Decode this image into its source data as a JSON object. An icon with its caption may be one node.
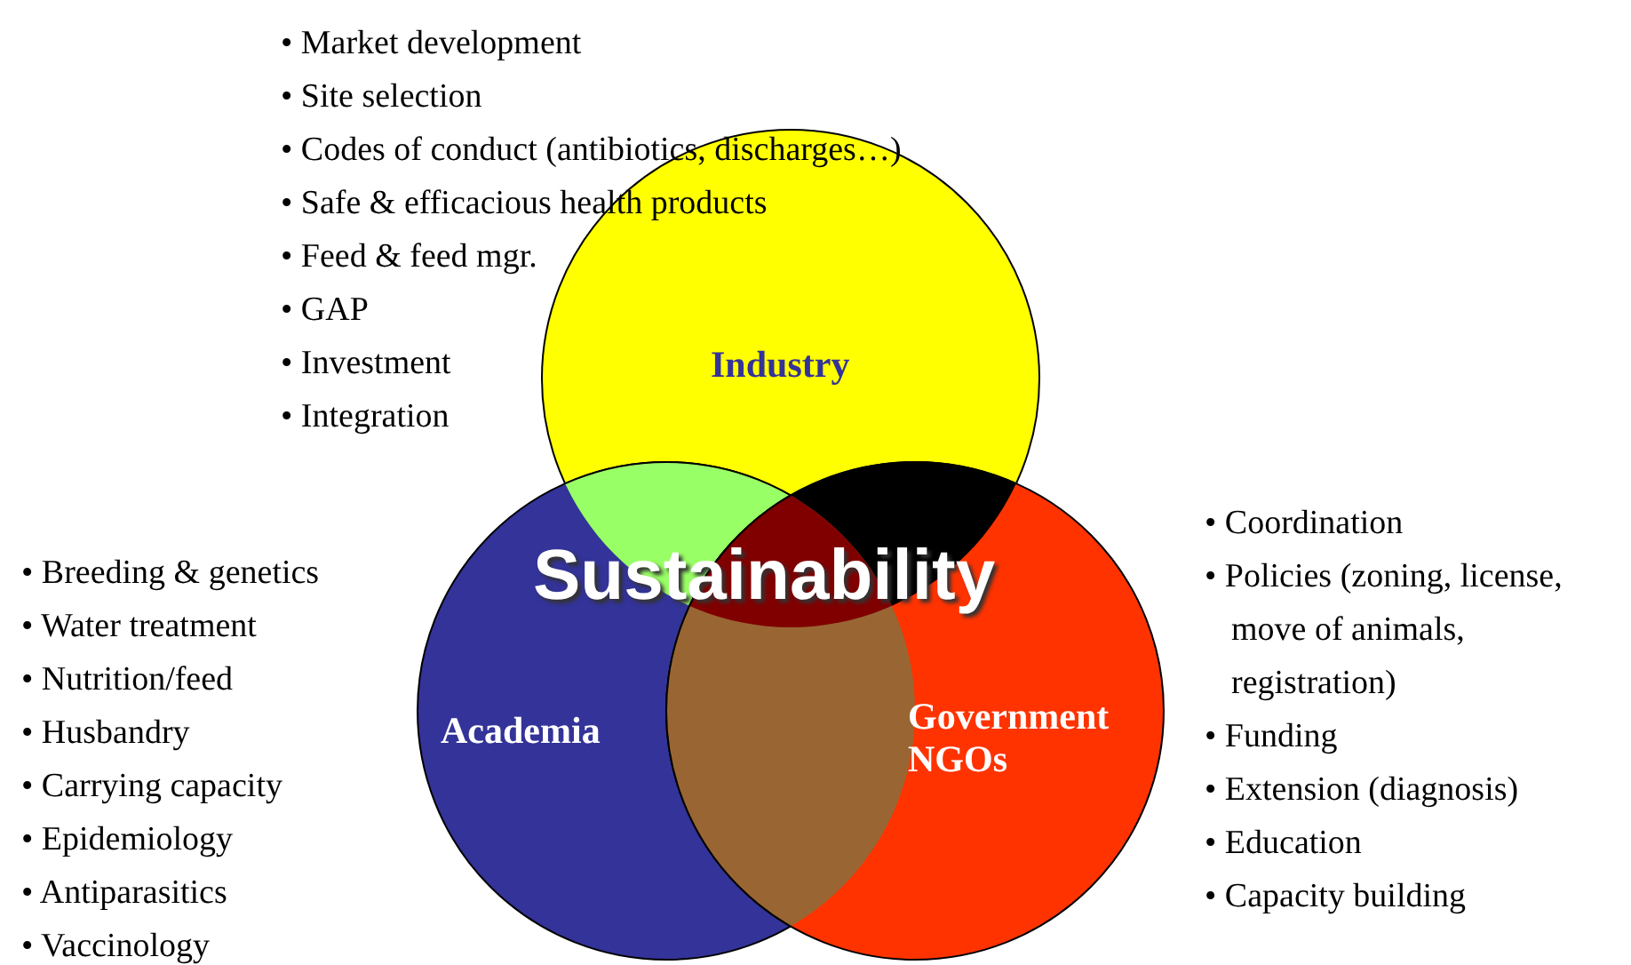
{
  "diagram": {
    "nodes": [
      {
        "text": [
          "Industry"
        ],
        "beside": [
          "• Market development",
          "• Site selection",
          "• Codes of conduct (antibiotics, discharges…)",
          "• Safe & efficacious health products",
          "• Feed & feed mgr.",
          "• GAP",
          "• Investment",
          "• Integration"
        ]
      },
      {
        "text": [
          "Academia"
        ],
        "beside": [
          "• Breeding & genetics",
          "• Water treatment",
          "• Nutrition/feed",
          "• Husbandry",
          "• Carrying capacity",
          "• Epidemiology",
          "• Antiparasitics",
          "• Vaccinology"
        ]
      },
      {
        "text": [
          "Government NGOs"
        ],
        "beside": [
          "• Coordination",
          "• Policies (zoning, license, move of animals, registration)",
          "• Funding",
          "• Extension (diagnosis)",
          "• Education",
          "• Capacity building"
        ]
      }
    ],
    "labels": [
      "Sustainability"
    ]
  }
}
